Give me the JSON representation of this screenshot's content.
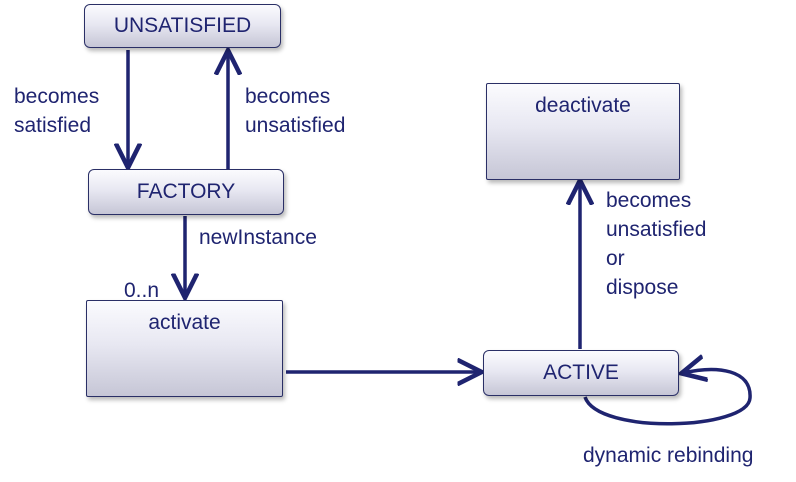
{
  "nodes": {
    "unsatisfied": "UNSATISFIED",
    "factory": "FACTORY",
    "activate": "activate",
    "active": "ACTIVE",
    "deactivate": "deactivate"
  },
  "edge_labels": {
    "becomes_satisfied": [
      "becomes",
      "satisfied"
    ],
    "becomes_unsatisfied": [
      "becomes",
      "unsatisfied"
    ],
    "new_instance": "newInstance",
    "multiplicity": "0..n",
    "to_deactivate": [
      "becomes",
      "unsatisfied",
      "or",
      "dispose"
    ],
    "dynamic_rebinding": "dynamic rebinding"
  },
  "colors": {
    "text": "#1f2470",
    "arrow": "#1f2470",
    "border": "#2a2f66"
  }
}
